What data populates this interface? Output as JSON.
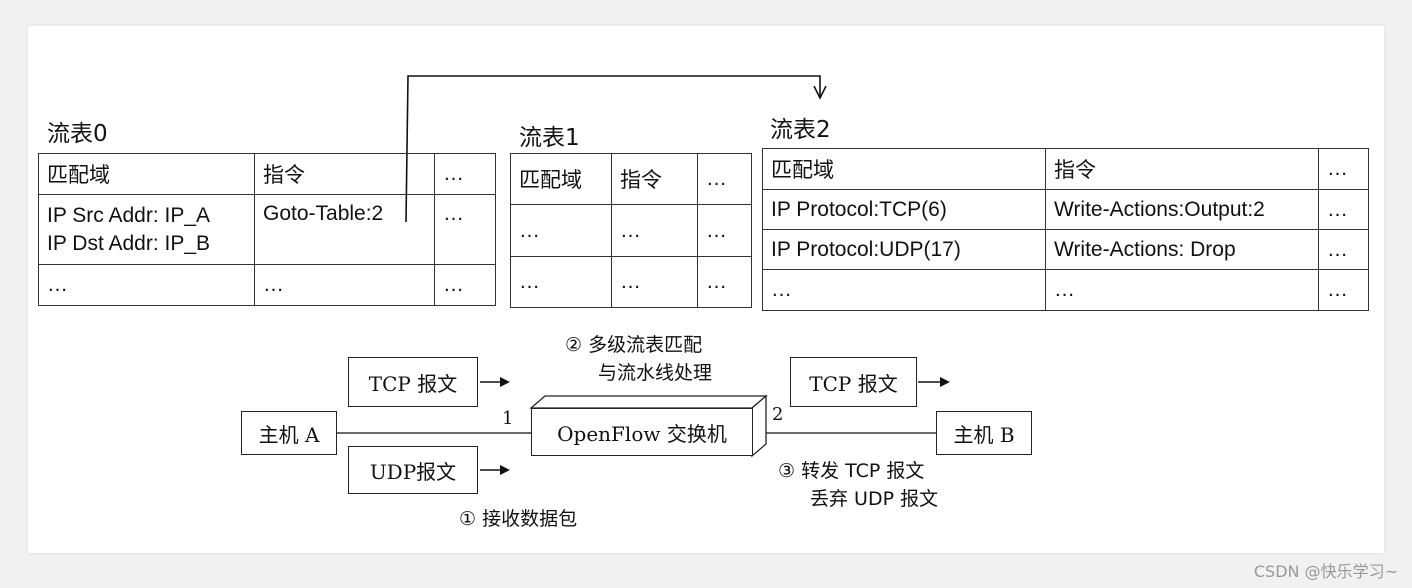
{
  "tables": {
    "t0": {
      "title": "流表0",
      "header": [
        "匹配域",
        "指令",
        "…"
      ],
      "row1": {
        "match_line1": "IP Src Addr: IP_A",
        "match_line2": "IP Dst Addr: IP_B",
        "instr": "Goto-Table:2",
        "more": "…"
      },
      "row2": [
        "…",
        "…",
        "…"
      ]
    },
    "t1": {
      "title": "流表1",
      "header": [
        "匹配域",
        "指令",
        "…"
      ],
      "rows": [
        [
          "…",
          "…",
          "…"
        ],
        [
          "…",
          "…",
          "…"
        ]
      ]
    },
    "t2": {
      "title": "流表2",
      "header": [
        "匹配域",
        "指令",
        "…"
      ],
      "rows": [
        [
          "IP Protocol:TCP(6)",
          "Write-Actions:Output:2",
          "…"
        ],
        [
          "IP Protocol:UDP(17)",
          "Write-Actions: Drop",
          "…"
        ],
        [
          "…",
          "…",
          "…"
        ]
      ]
    }
  },
  "network": {
    "host_a": "主机 A",
    "host_b": "主机 B",
    "switch": "OpenFlow 交换机",
    "tcp_left": "TCP 报文",
    "udp_left": "UDP报文",
    "tcp_right": "TCP 报文",
    "port1": "1",
    "port2": "2"
  },
  "steps": {
    "step1": "① 接收数据包",
    "step2_line1": "② 多级流表匹配",
    "step2_line2": "与流水线处理",
    "step3_line1": "③ 转发 TCP 报文",
    "step3_line2": "丢弃 UDP 报文"
  },
  "watermark": "CSDN @快乐学习~",
  "colors": {
    "line": "#111111",
    "card": "#ffffff",
    "background": "#f1f1f1"
  }
}
